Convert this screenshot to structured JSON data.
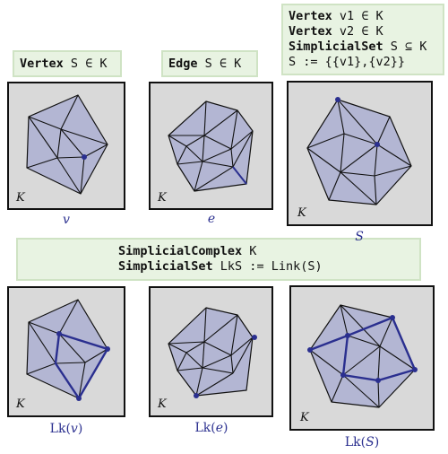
{
  "boxes": {
    "vertex": {
      "keyword": "Vertex",
      "rest": " S ∈ K"
    },
    "edge": {
      "keyword": "Edge",
      "rest": " S ∈ K"
    },
    "simplicial_set": {
      "lines": [
        {
          "keyword": "Vertex",
          "rest": " v1 ∈ K"
        },
        {
          "keyword": "Vertex",
          "rest": " v2 ∈ K"
        },
        {
          "keyword": "SimplicialSet",
          "rest": " S ⊆ K"
        },
        {
          "keyword": "",
          "rest": "S := {{v1},{v2}}"
        }
      ]
    },
    "middle": {
      "lines": [
        {
          "keyword": "SimplicialComplex",
          "rest": " K"
        },
        {
          "keyword": "SimplicialSet",
          "rest": " LkS := Link(S)"
        }
      ]
    }
  },
  "panels": {
    "k_label": "K"
  },
  "captions": {
    "v": "v",
    "e": "e",
    "S": "S",
    "lk_v_func": "Lk(",
    "lk_v_arg": "v",
    "lk_e_func": "Lk(",
    "lk_e_arg": "e",
    "lk_S_func": "Lk(",
    "lk_S_arg": "S",
    "close": ")"
  },
  "colors": {
    "fill": "#b3b6d3",
    "highlight": "#2a2f8f",
    "panel_bg": "#d9d9d9"
  }
}
